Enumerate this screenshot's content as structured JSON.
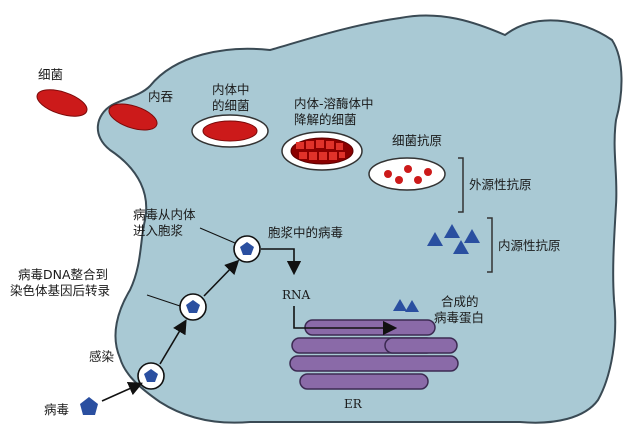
{
  "labels": {
    "bacteria": "细菌",
    "phagocytosis": "内吞",
    "endosome_bacteria_1": "内体中",
    "endosome_bacteria_2": "的细菌",
    "lysosome_1": "内体-溶酶体中",
    "lysosome_2": "降解的细菌",
    "bacterial_antigen": "细菌抗原",
    "exogenous_antigen": "外源性抗原",
    "endogenous_antigen": "内源性抗原",
    "virus_enter_1": "病毒从内体",
    "virus_enter_2": "进入胞浆",
    "cytoplasm_virus": "胞浆中的病毒",
    "dna_integrate_1": "病毒DNA整合到",
    "dna_integrate_2": "染色体基因后转录",
    "rna": "RNA",
    "synth_protein_1": "合成的",
    "synth_protein_2": "病毒蛋白",
    "infection": "感染",
    "virus": "病毒",
    "er": "ER"
  },
  "colors": {
    "cell_fill": "#a9c9d4",
    "cell_stroke": "#3a4a54",
    "bacteria_red": "#cc1a1a",
    "virus_blue": "#2a4fa0",
    "er_purple": "#8a6aa8",
    "er_stroke": "#3c2a52"
  }
}
